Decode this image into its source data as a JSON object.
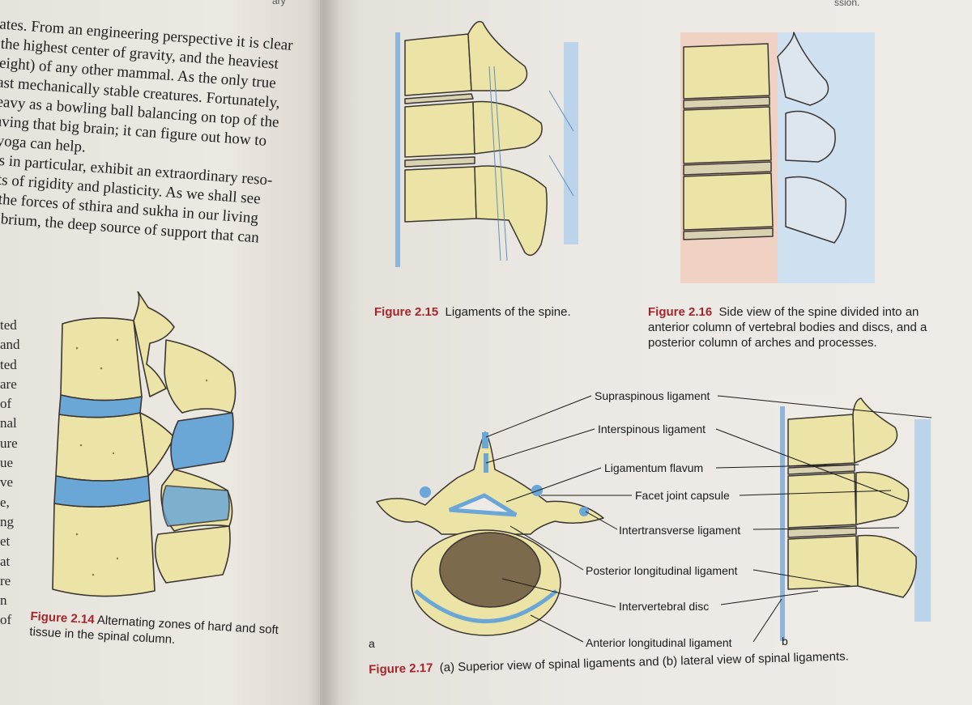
{
  "running_head": {
    "left": "ary",
    "right": "ssion."
  },
  "left_page": {
    "paragraph_lines": [
      "rates. From an engineering perspective it is clear",
      ", the highest center of gravity, and the heaviest",
      "veight) of any other mammal. As the only true",
      "east mechanically stable creatures. Fortunately,",
      "neavy as a bowling ball balancing on top of the",
      "having that big brain; it can figure out how to",
      "e yoga can help.",
      "nes in particular, exhibit an extraordinary reso-",
      "ents of rigidity and plasticity. As we shall see",
      "of the forces of sthira and sukha in our living",
      "uilibrium, the deep source of support that can"
    ],
    "margin_fragments": [
      "ted",
      "and",
      "ted",
      "are",
      "of",
      "nal",
      "ure",
      "ue",
      "ve",
      "e,",
      "ng",
      "et",
      "at",
      "re",
      "n",
      "of"
    ]
  },
  "figures": {
    "fig_2_14": {
      "label": "Figure 2.14",
      "caption": "Alternating zones of hard and soft tissue in the spinal column."
    },
    "fig_2_15": {
      "label": "Figure 2.15",
      "caption": "Ligaments of the spine."
    },
    "fig_2_16": {
      "label": "Figure 2.16",
      "caption": "Side view of the spine divided into an anterior column of vertebral bodies and discs, and a posterior column of arches and processes."
    },
    "fig_2_17": {
      "label": "Figure 2.17",
      "caption": "(a) Superior view of spinal ligaments and (b) lateral view of spinal ligaments.",
      "panel_a": "a",
      "panel_b": "b",
      "labels": [
        "Supraspinous ligament",
        "Interspinous ligament",
        "Ligamentum flavum",
        "Facet joint capsule",
        "Intertransverse ligament",
        "Posterior longitudinal ligament",
        "Intervertebral disc",
        "Anterior longitudinal ligament"
      ]
    }
  },
  "colors": {
    "figure_label": "#a4262c",
    "bone": "#ece3a6",
    "disc": "#6aa6d6",
    "anterior_column": "#f0d2c4",
    "posterior_column": "#cfe0f0"
  }
}
